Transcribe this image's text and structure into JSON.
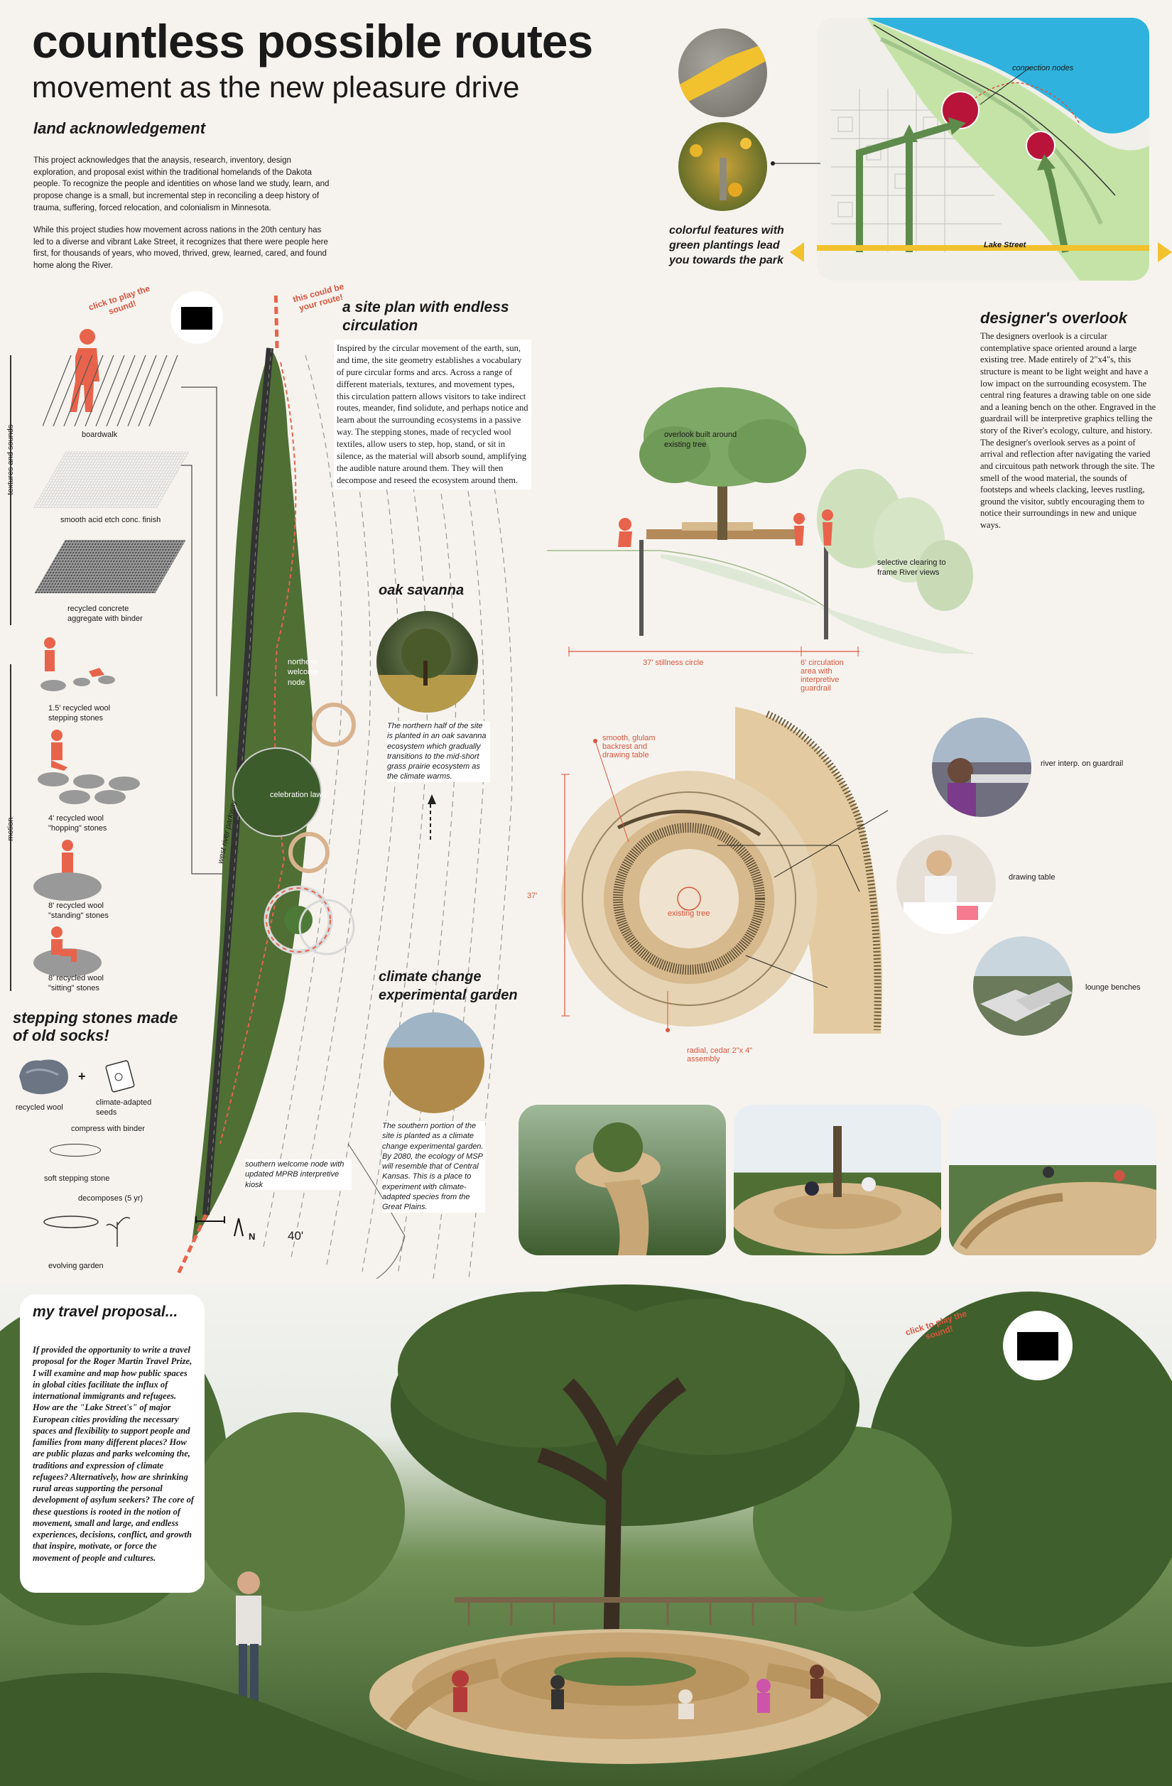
{
  "header": {
    "title": "countless possible routes",
    "subtitle": "movement as the new pleasure drive"
  },
  "land_ack": {
    "heading": "land acknowledgement",
    "p1": "This project acknowledges that the anaysis, research, inventory, design exploration, and proposal exist within the traditional homelands of the Dakota people. To recognize the people and identities on whose land we study, learn, and propose change is a small, but incremental step in reconciling a deep history of trauma, suffering, forced relocation, and colonialism in Minnesota.",
    "p2": "While this project studies how movement across nations in the 20th century has led to a diverse and vibrant Lake Street, it recognizes that there were people here first, for thousands of years, who moved, thrived, grew, learned, cared, and found home along the River."
  },
  "map": {
    "connection_label": "connection nodes",
    "street_label": "Lake Street",
    "colorful_caption": "colorful features with green plantings lead you towards the park"
  },
  "sound": {
    "click_play": "click to play the sound!",
    "this_could_be": "this could be your route!"
  },
  "site_plan": {
    "heading": "a site plan with endless circulation",
    "text": "Inspired by the circular movement of the earth, sun, and time, the site geometry establishes a vocabulary of pure circular forms and arcs. Across a range of different materials, textures, and movement types, this circulation pattern allows visitors to take indirect routes, meander, find solidute, and perhaps notice and learn about the surrounding ecosystems in a passive way. The stepping stones, made of recycled wool textiles, allow users to step, hop, stand, or sit in silence, as the material will absorb sound, amplifying the audible nature around them. They will then decompose and reseed the ecosystem around them.",
    "northern_node": "northern welcome node",
    "celebration_lawn": "celebration lawn",
    "parkway": "west river parkway",
    "southern_node": "southern welcome node with updated MPRB interpretive kiosk",
    "scale": "40'",
    "north": "N"
  },
  "textures": {
    "side_label": "textures and sounds",
    "items": [
      "boardwalk",
      "smooth acid etch conc. finish",
      "recycled concrete aggregate with binder"
    ]
  },
  "motion": {
    "side_label": "motion",
    "items": [
      "1.5' recycled wool stepping stones",
      "4' recycled wool \"hopping\" stones",
      "8' recycled wool \"standing\" stones",
      "8' recycled wool \"sitting\" stones"
    ]
  },
  "stepping": {
    "heading": "stepping stones made of old socks!",
    "wool": "recycled wool",
    "plus": "+",
    "seeds": "climate-adapted seeds",
    "compress": "compress with binder",
    "soft": "soft stepping stone",
    "decompose": "decomposes (5 yr)",
    "evolving": "evolving garden"
  },
  "oak": {
    "heading": "oak savanna",
    "text": "The northern half of the site is planted in an oak savanna ecosystem which gradually transitions to the mid-short grass prairie ecosystem as the climate warms."
  },
  "climate": {
    "heading": "climate change experimental garden",
    "text": "The southern portion of the site is planted as a climate change experimental garden. By 2080, the ecology of MSP will resemble that of Central Kansas. This is a place to experiment with climate-adapted species from the Great Plains."
  },
  "overlook": {
    "heading": "designer's overlook",
    "text": "The designers overlook is a circular contemplative space oriented around a large existing tree. Made entirely of 2\"x4\"s, this structure is meant to be light weight and have a low impact on the surrounding ecosystem. The central ring features a drawing table on one side and a leaning bench on the other. Engraved in the guardrail will be interpretive graphics telling the story of the River's ecology, culture, and history. The designer's overlook serves as a point of arrival and reflection after navigating the varied and circuitous path network through the site. The smell of the wood material, the sounds of footsteps and wheels clacking, leeves rustling, ground the visitor, subtly encouraging them to notice their surroundings in new and unique ways.",
    "built_around": "overlook built around existing tree",
    "selective": "selective clearing to frame River views",
    "stillness": "37' stillness circle",
    "circulation": "6' circulation area with interpretive guardrail",
    "dim": "37'",
    "glulam": "smooth, glulam backrest and drawing table",
    "existing_tree": "existing tree",
    "radial": "radial, cedar 2\"x 4\" assembly",
    "river_interp": "river interp. on guardrail",
    "drawing_table": "drawing table",
    "lounge": "lounge benches"
  },
  "travel": {
    "heading": "my travel proposal...",
    "text": "If provided the opportunity to write a travel proposal for the Roger Martin Travel Prize, I will examine and map how public spaces in global cities facilitate the influx of international immigrants and refugees. How are the \"Lake Street's\" of major European cities providing the necessary spaces and flexibility to support people and families from many different places? How are public plazas and parks welcoming the, traditions and expression of climate refugees? Alternatively, how are shrinking rural areas supporting the personal development of asylum seekers? The core of these questions is rooted in the notion of movement, small and large, and endless experiences, decisions, conflict, and growth that inspire, motivate, or force the movement of people and cultures."
  },
  "colors": {
    "accent": "#d9553f",
    "green": "#6e9b5a",
    "wood": "#d6b98c",
    "bg": "#f6f3ee"
  }
}
